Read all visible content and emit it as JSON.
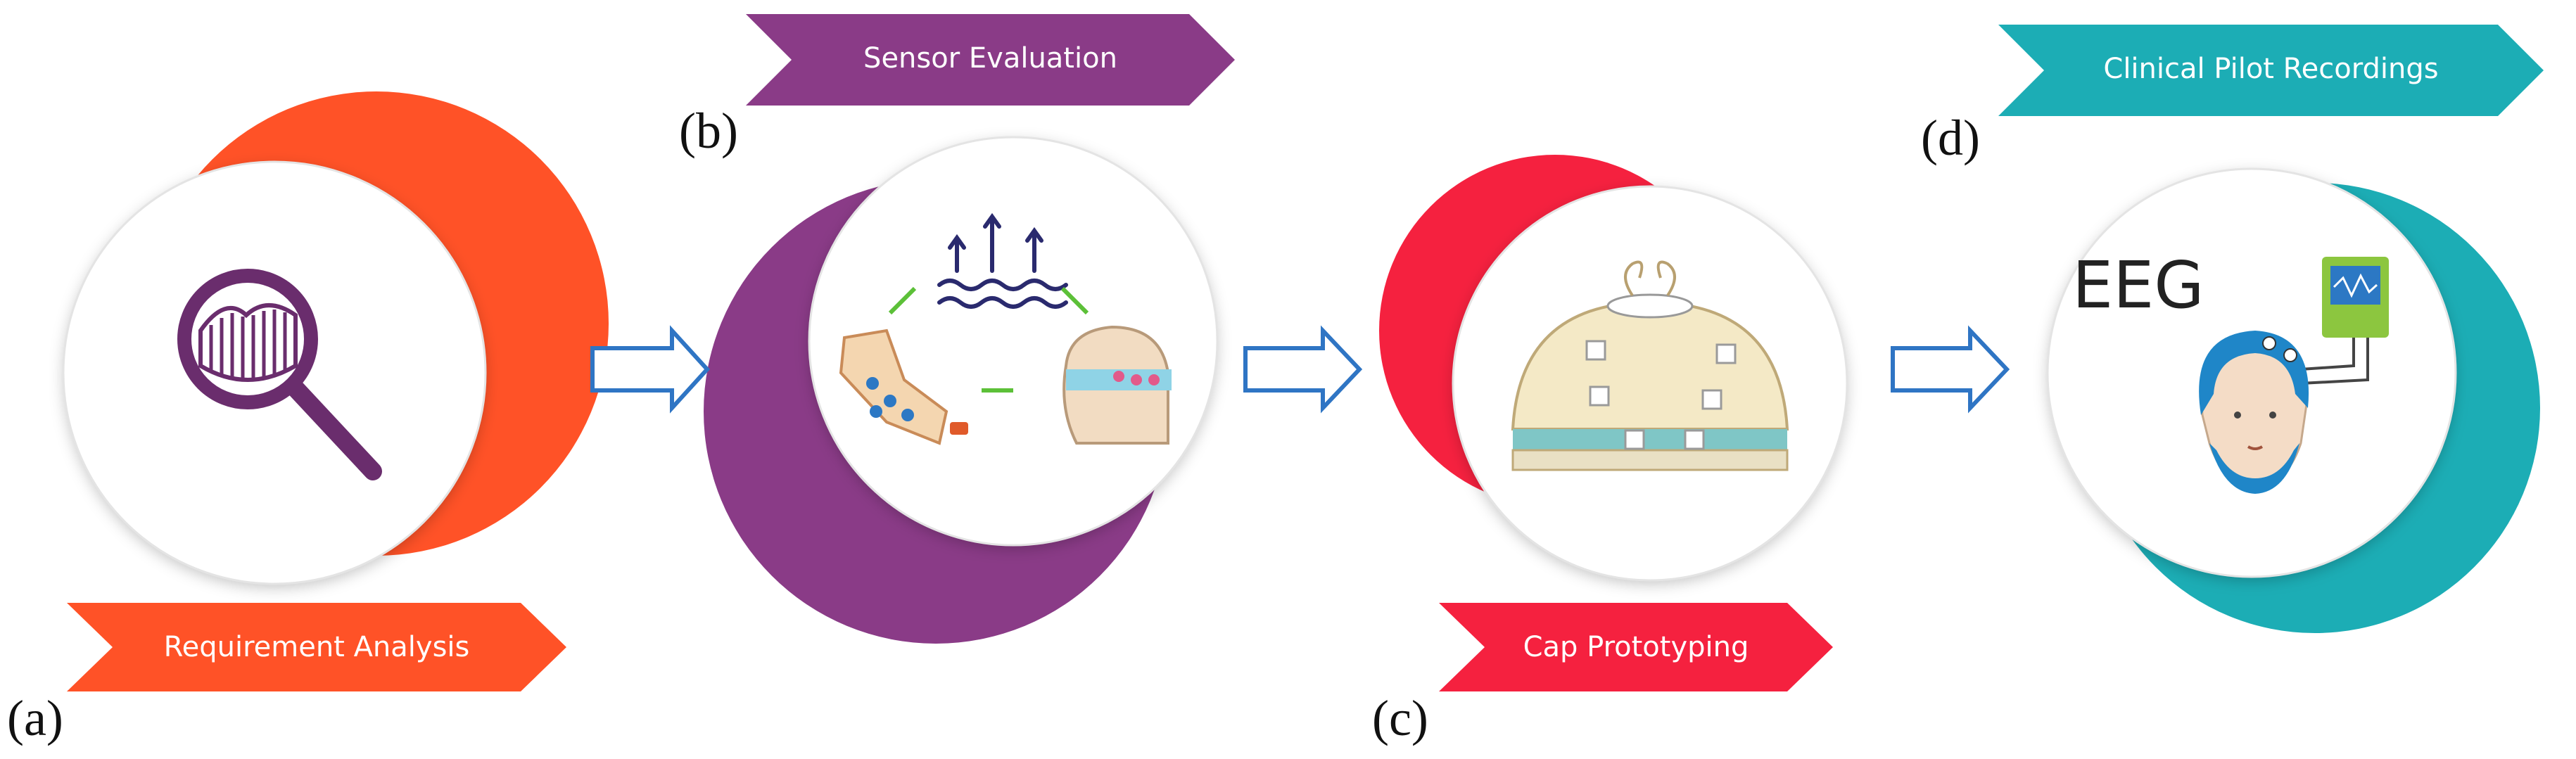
{
  "steps": [
    {
      "letter": "(a)",
      "title": "Requirement Analysis",
      "color": "#ff5227",
      "icon": "magnifier-icon"
    },
    {
      "letter": "(b)",
      "title": "Sensor Evaluation",
      "color": "#8a3b87",
      "icon": "sensor-evaluation-icon"
    },
    {
      "letter": "(c)",
      "title": "Cap Prototyping",
      "color": "#f5213f",
      "icon": "eeg-cap-icon"
    },
    {
      "letter": "(d)",
      "title": "Clinical Pilot Recordings",
      "color": "#1cadb5",
      "icon": "eeg-recording-icon"
    }
  ],
  "eeg_label": "EEG",
  "arrow_color": "#2f75c4"
}
